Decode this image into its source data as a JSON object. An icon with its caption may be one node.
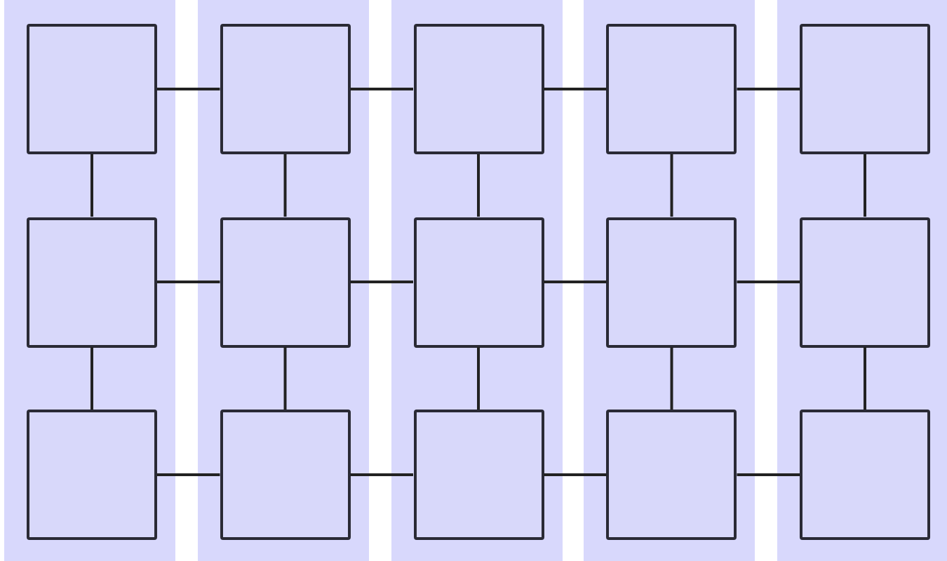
{
  "diagram": {
    "nodes": [
      {
        "text": [],
        "shape": "band"
      },
      {
        "text": [],
        "shape": "box",
        "in": 0
      },
      {
        "text": [],
        "shape": "box",
        "in": 0
      },
      {
        "text": [],
        "shape": "box",
        "in": 0
      },
      {
        "text": [],
        "shape": "band"
      },
      {
        "text": [],
        "shape": "box",
        "in": 4
      },
      {
        "text": [],
        "shape": "box",
        "in": 4
      },
      {
        "text": [],
        "shape": "box",
        "in": 4
      },
      {
        "text": [],
        "shape": "band"
      },
      {
        "text": [],
        "shape": "box",
        "in": 8
      },
      {
        "text": [],
        "shape": "box",
        "in": 8
      },
      {
        "text": [],
        "shape": "box",
        "in": 8
      },
      {
        "text": [],
        "shape": "band"
      },
      {
        "text": [],
        "shape": "box",
        "in": 12
      },
      {
        "text": [],
        "shape": "box",
        "in": 12
      },
      {
        "text": [],
        "shape": "box",
        "in": 12
      },
      {
        "text": [],
        "shape": "band"
      },
      {
        "text": [],
        "shape": "box",
        "in": 16
      },
      {
        "text": [],
        "shape": "box",
        "in": 16
      },
      {
        "text": [],
        "shape": "box",
        "in": 16
      }
    ],
    "edges": [
      {
        "from": 1,
        "to": 5,
        "arrow": "none"
      },
      {
        "from": 5,
        "to": 9,
        "arrow": "none"
      },
      {
        "from": 9,
        "to": 13,
        "arrow": "none"
      },
      {
        "from": 13,
        "to": 17,
        "arrow": "none"
      },
      {
        "from": 1,
        "to": 2,
        "arrow": "none"
      },
      {
        "from": 5,
        "to": 6,
        "arrow": "none"
      },
      {
        "from": 9,
        "to": 10,
        "arrow": "none"
      },
      {
        "from": 13,
        "to": 14,
        "arrow": "none"
      },
      {
        "from": 17,
        "to": 18,
        "arrow": "none"
      },
      {
        "from": 2,
        "to": 6,
        "arrow": "none"
      },
      {
        "from": 6,
        "to": 10,
        "arrow": "none"
      },
      {
        "from": 10,
        "to": 14,
        "arrow": "none"
      },
      {
        "from": 14,
        "to": 18,
        "arrow": "none"
      },
      {
        "from": 2,
        "to": 3,
        "arrow": "none"
      },
      {
        "from": 6,
        "to": 7,
        "arrow": "none"
      },
      {
        "from": 10,
        "to": 11,
        "arrow": "none"
      },
      {
        "from": 14,
        "to": 15,
        "arrow": "none"
      },
      {
        "from": 18,
        "to": 19,
        "arrow": "none"
      },
      {
        "from": 3,
        "to": 7,
        "arrow": "none"
      },
      {
        "from": 7,
        "to": 11,
        "arrow": "none"
      },
      {
        "from": 11,
        "to": 15,
        "arrow": "none"
      },
      {
        "from": 15,
        "to": 19,
        "arrow": "none"
      }
    ]
  }
}
